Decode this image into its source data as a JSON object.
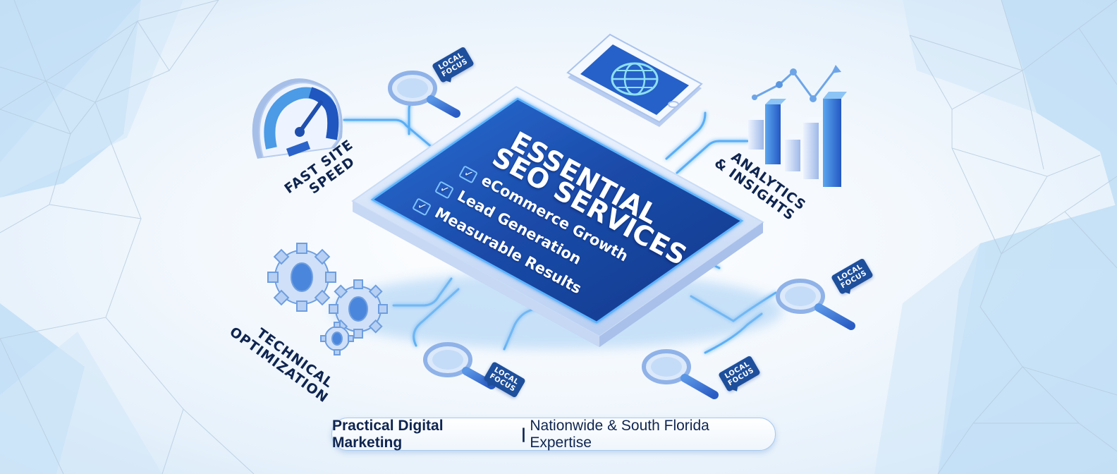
{
  "banner": {
    "title_line1": "ESSENTIAL",
    "title_line2": "SEO SERVICES",
    "bullets": [
      {
        "label": "eCommerce Growth",
        "icon": "check-box-icon"
      },
      {
        "label": "Lead Generation",
        "icon": "check-box-icon"
      },
      {
        "label": "Measurable Results",
        "icon": "check-box-icon"
      }
    ]
  },
  "features": {
    "speed": {
      "line1": "FAST SITE",
      "line2": "SPEED",
      "icon": "speedometer-icon"
    },
    "analytics": {
      "line1": "ANALYTICS",
      "line2": "& INSIGHTS",
      "icon": "bar-chart-icon"
    },
    "technical": {
      "line1": "TECHNICAL",
      "line2": "OPTIMIZATION",
      "icon": "gears-icon"
    },
    "mobile": {
      "icon": "smartphone-globe-icon"
    }
  },
  "local_tags": [
    {
      "line1": "LOCAL",
      "line2": "FOCUS"
    },
    {
      "line1": "LOCAL",
      "line2": "FOCUS"
    },
    {
      "line1": "LOCAL",
      "line2": "FOCUS"
    },
    {
      "line1": "LOCAL",
      "line2": "FOCUS"
    }
  ],
  "footer": {
    "strong": "Practical Digital Marketing",
    "separator": "|",
    "rest": "Nationwide & South Florida Expertise"
  },
  "colors": {
    "navy_text": "#0f2550",
    "screen_blue": "#1a4aa8",
    "accent_blue": "#3d8ee8",
    "glow": "#5ab4ff",
    "tag_bg": "#1e4f9c"
  }
}
